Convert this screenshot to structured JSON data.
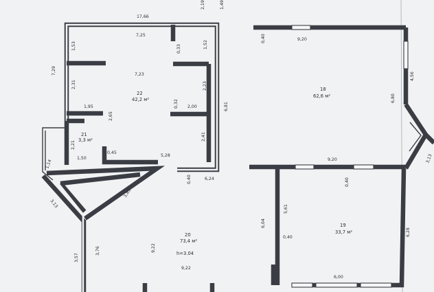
{
  "dimensions": {
    "d_17_66": "17,66",
    "d_2_19": "2,19",
    "d_1_49": "1,49",
    "d_7_25": "7,25",
    "d_1_53": "1,53",
    "d_0_33": "0,33",
    "d_1_52": "1,52",
    "d_7_29": "7,29",
    "d_7_23": "7,23",
    "d_2_31": "2,31",
    "d_2_23": "2,23",
    "d_0_32": "0,32",
    "d_2_00": "2,00",
    "d_1_95": "1,95",
    "d_2_65": "2,65",
    "d_6_81": "6,81",
    "d_2_41": "2,41",
    "d_2_21": "2,21",
    "d_0_45": "0,45",
    "d_1_50": "1,50",
    "d_5_28": "5,28",
    "d_1_14": "1,14",
    "d_0_40_mid": "0,40",
    "d_6_24": "6,24",
    "d_3_13": "3,13",
    "d_3_85": "3,85",
    "d_3_76": "3,76",
    "d_3_57": "3,57",
    "d_9_22_a": "9,22",
    "d_9_22_b": "9,22",
    "d_0_40_top": "0,40",
    "d_9_20_top": "9,20",
    "d_6_80": "6,80",
    "d_9_20_mid": "9,20",
    "d_0_40_right": "0,40",
    "d_6_04": "6,04",
    "d_5_61": "5,61",
    "d_0_40_low": "0,40",
    "d_6_00": "6,00",
    "d_r_top": "4,56",
    "d_r_mid": "3,13",
    "d_r_low": "6,28"
  },
  "rooms": [
    {
      "number": "22",
      "area": "42,2 м²"
    },
    {
      "number": "21",
      "area": "3,3 м²"
    },
    {
      "number": "18",
      "area": "62,6 м²"
    },
    {
      "number": "20",
      "area": "73,4 м²",
      "height": "h=3.04"
    },
    {
      "number": "19",
      "area": "33,7 м²"
    }
  ]
}
